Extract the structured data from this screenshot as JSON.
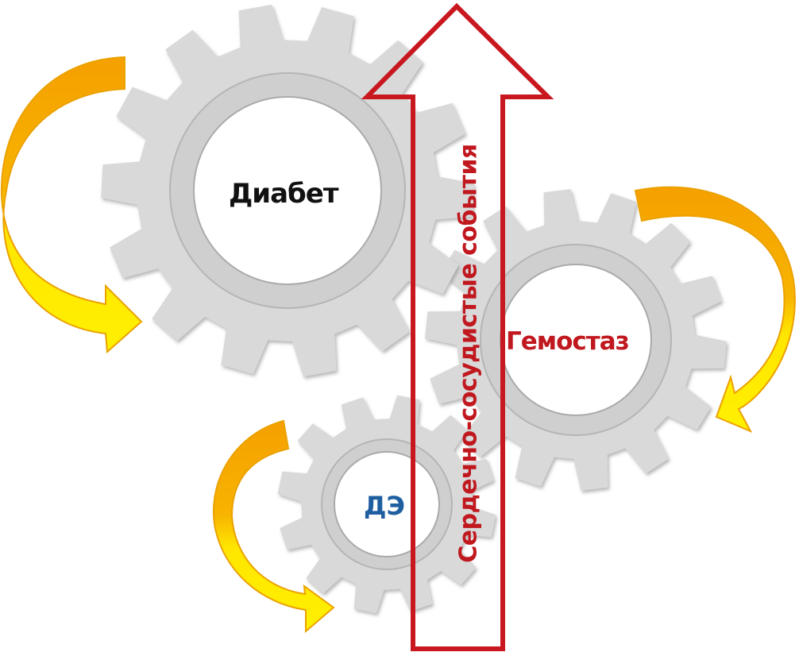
{
  "labels": {
    "diabetes": "Диабет",
    "hemostasis": "Гемостаз",
    "de": "ДЭ",
    "cardiovascular_events": "Сердечно-сосудистые события"
  },
  "colors": {
    "gear": "#d9d9d9",
    "arrow_red": "#c8171e",
    "orange": "#f5a500",
    "yellow": "#ffe600",
    "diabetes_text": "#111111",
    "hemostasis_text": "#c0181e",
    "de_text": "#1f5fa0"
  }
}
